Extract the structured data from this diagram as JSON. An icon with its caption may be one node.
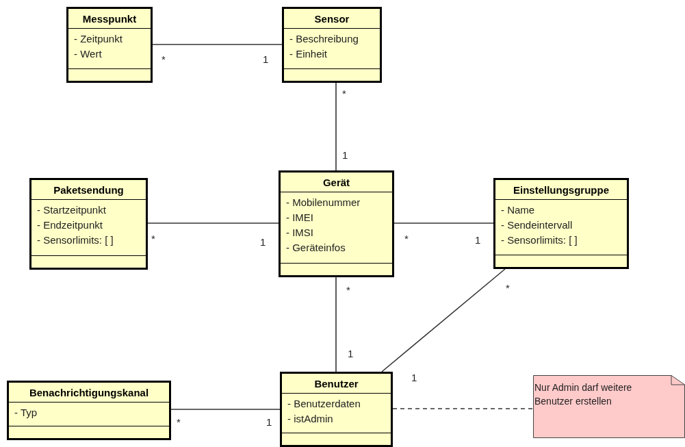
{
  "diagram": {
    "nodes": [
      {
        "text": [
          "Messpunkt",
          "- Zeitpunkt",
          "- Wert"
        ]
      },
      {
        "text": [
          "Sensor",
          "- Beschreibung",
          "- Einheit"
        ]
      },
      {
        "text": [
          "Paketsendung",
          "- Startzeitpunkt",
          "- Endzeitpunkt",
          "- Sensorlimits: [ ]"
        ]
      },
      {
        "text": [
          "Gerät",
          "- Mobilenummer",
          "- IMEI",
          "- IMSI",
          "- Geräteinfos"
        ]
      },
      {
        "text": [
          "Einstellungsgruppe",
          "- Name",
          "- Sendeintervall",
          "- Sensorlimits: [ ]"
        ]
      },
      {
        "text": [
          "Benachrichtigungskanal",
          "- Typ"
        ]
      },
      {
        "text": [
          "Benutzer",
          "- Benutzerdaten",
          "- istAdmin"
        ]
      },
      {
        "text": [
          "Nur Admin darf weitere Benutzer erstellen"
        ]
      }
    ],
    "edges": [
      {
        "from": 0,
        "to": 1,
        "arrow": "none"
      },
      {
        "from": 1,
        "to": 3,
        "arrow": "none"
      },
      {
        "from": 2,
        "to": 3,
        "arrow": "none"
      },
      {
        "from": 3,
        "to": 4,
        "arrow": "none"
      },
      {
        "from": 3,
        "to": 6,
        "arrow": "none"
      },
      {
        "from": 4,
        "to": 6,
        "arrow": "none"
      },
      {
        "from": 5,
        "to": 6,
        "arrow": "none"
      },
      {
        "from": 6,
        "to": 7,
        "arrow": "none",
        "style": "dashed"
      }
    ],
    "labels": [
      "*",
      "1",
      "*",
      "1",
      "*",
      "1",
      "*",
      "1",
      "*",
      "*",
      "1",
      "1",
      "*",
      "1"
    ]
  }
}
